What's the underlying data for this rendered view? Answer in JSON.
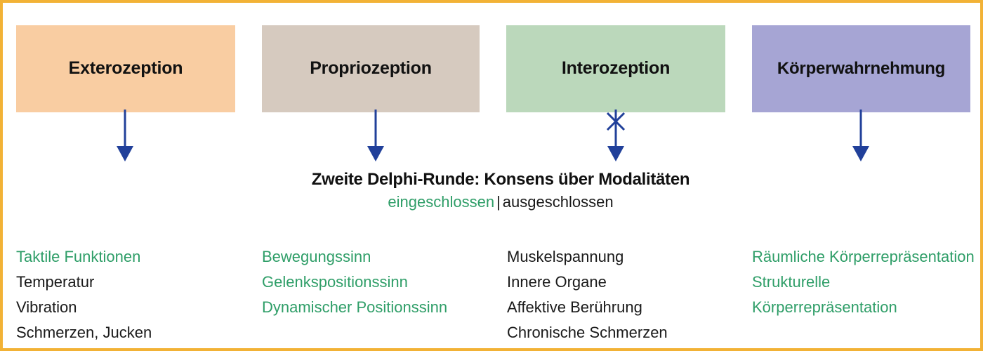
{
  "figure": {
    "frame_color": "#f2b236",
    "background": "#ffffff"
  },
  "colors": {
    "included_green": "#2f9e68",
    "excluded_black": "#1a1a1a",
    "arrow_blue": "#21409a",
    "box_exterozeption": "#f9cda2",
    "box_propriozeption": "#d6cabf",
    "box_interozeption": "#bbd8bb",
    "box_koerperwahrnehmung": "#a6a5d4"
  },
  "modalities": [
    {
      "label": "Exterozeption",
      "color": "#f9cda2",
      "arrow": "plain"
    },
    {
      "label": "Propriozeption",
      "color": "#d6cabf",
      "arrow": "plain"
    },
    {
      "label": "Interozeption",
      "color": "#bbd8bb",
      "arrow": "crossed"
    },
    {
      "label": "Körperwahrnehmung",
      "color": "#a6a5d4",
      "arrow": "plain"
    }
  ],
  "consensus": {
    "title": "Zweite Delphi-Runde: Konsens über Modalitäten",
    "legend_included": "eingeschlossen",
    "legend_separator": "|",
    "legend_excluded": "ausgeschlossen"
  },
  "columns": [
    {
      "parent": "Exterozeption",
      "items": [
        {
          "text": "Taktile Funktionen",
          "status": "included"
        },
        {
          "text": "Temperatur",
          "status": "excluded"
        },
        {
          "text": "Vibration",
          "status": "excluded"
        },
        {
          "text": "Schmerzen, Jucken",
          "status": "excluded"
        }
      ]
    },
    {
      "parent": "Propriozeption",
      "items": [
        {
          "text": "Bewegungssinn",
          "status": "included"
        },
        {
          "text": "Gelenkspositionssinn",
          "status": "included"
        },
        {
          "text": "Dynamischer Positionssinn",
          "status": "included"
        }
      ]
    },
    {
      "parent": "Interozeption",
      "items": [
        {
          "text": "Muskelspannung",
          "status": "excluded"
        },
        {
          "text": "Innere Organe",
          "status": "excluded"
        },
        {
          "text": "Affektive Berührung",
          "status": "excluded"
        },
        {
          "text": "Chronische Schmerzen",
          "status": "excluded"
        }
      ]
    },
    {
      "parent": "Körperwahrnehmung",
      "items": [
        {
          "text": "Räumliche Körperrepräsentation",
          "status": "included"
        },
        {
          "text": "Strukturelle Körperrepräsentation",
          "status": "included"
        }
      ]
    }
  ]
}
